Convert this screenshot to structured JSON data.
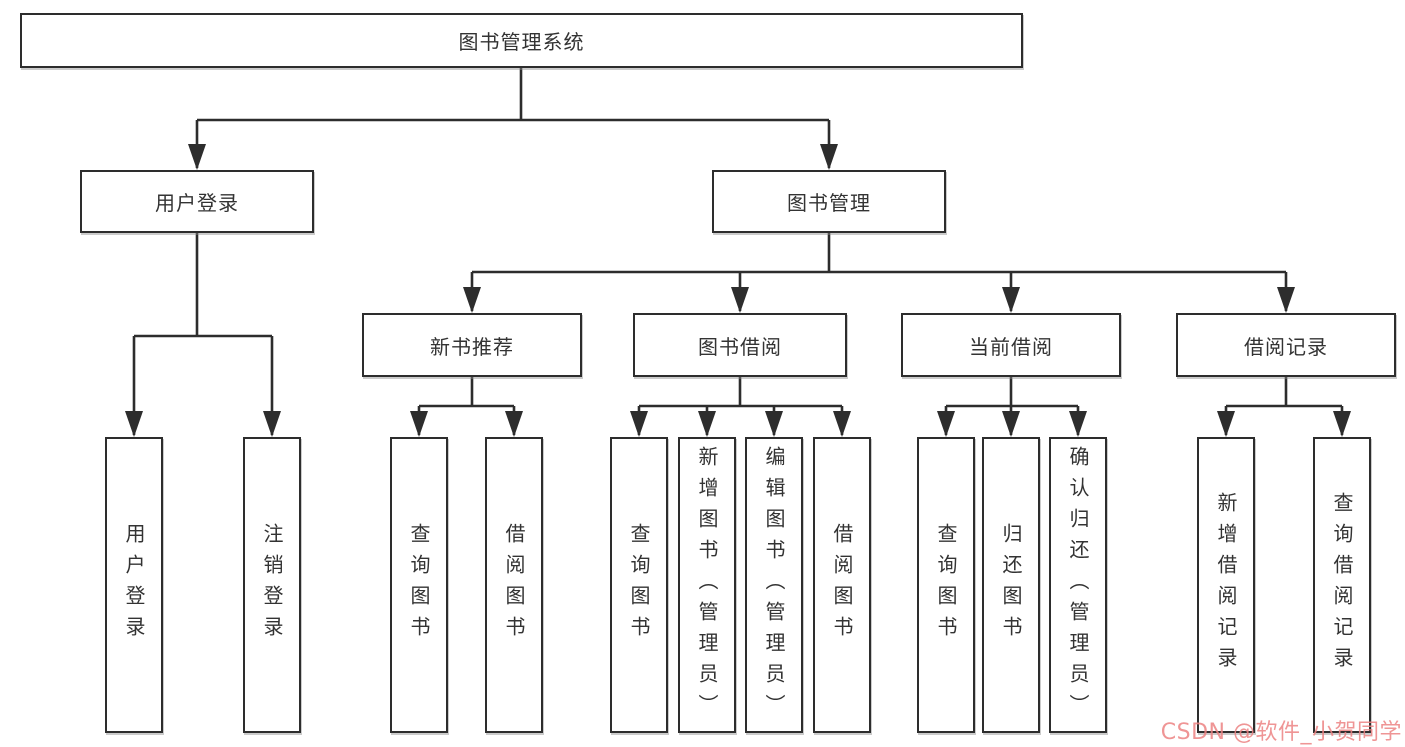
{
  "nodes": {
    "root": "图书管理系统",
    "user_login": "用户登录",
    "book_mgmt": "图书管理",
    "new_book_rec": "新书推荐",
    "book_borrow": "图书借阅",
    "current_borrow": "当前借阅",
    "borrow_records": "借阅记录",
    "leaf_user_login": "用户登录",
    "leaf_logout": "注销登录",
    "leaf_rec_query_books": "查询图书",
    "leaf_rec_borrow_books": "借阅图书",
    "leaf_bb_query_books": "查询图书",
    "leaf_bb_add_books": "新增图书（管理员）",
    "leaf_bb_edit_books": "编辑图书（管理员）",
    "leaf_bb_borrow_books": "借阅图书",
    "leaf_cb_query_books": "查询图书",
    "leaf_cb_return_books": "归还图书",
    "leaf_cb_confirm_return": "确认归还（管理员）",
    "leaf_br_add_record": "新增借阅记录",
    "leaf_br_query_record": "查询借阅记录"
  },
  "watermark": "CSDN @软件_小贺同学",
  "colors": {
    "line": "#2d2d2d",
    "box_border": "#2d2d2d",
    "box_fill": "#ffffff",
    "text": "#333333",
    "watermark": "#ec8282",
    "background": "#ffffff"
  }
}
